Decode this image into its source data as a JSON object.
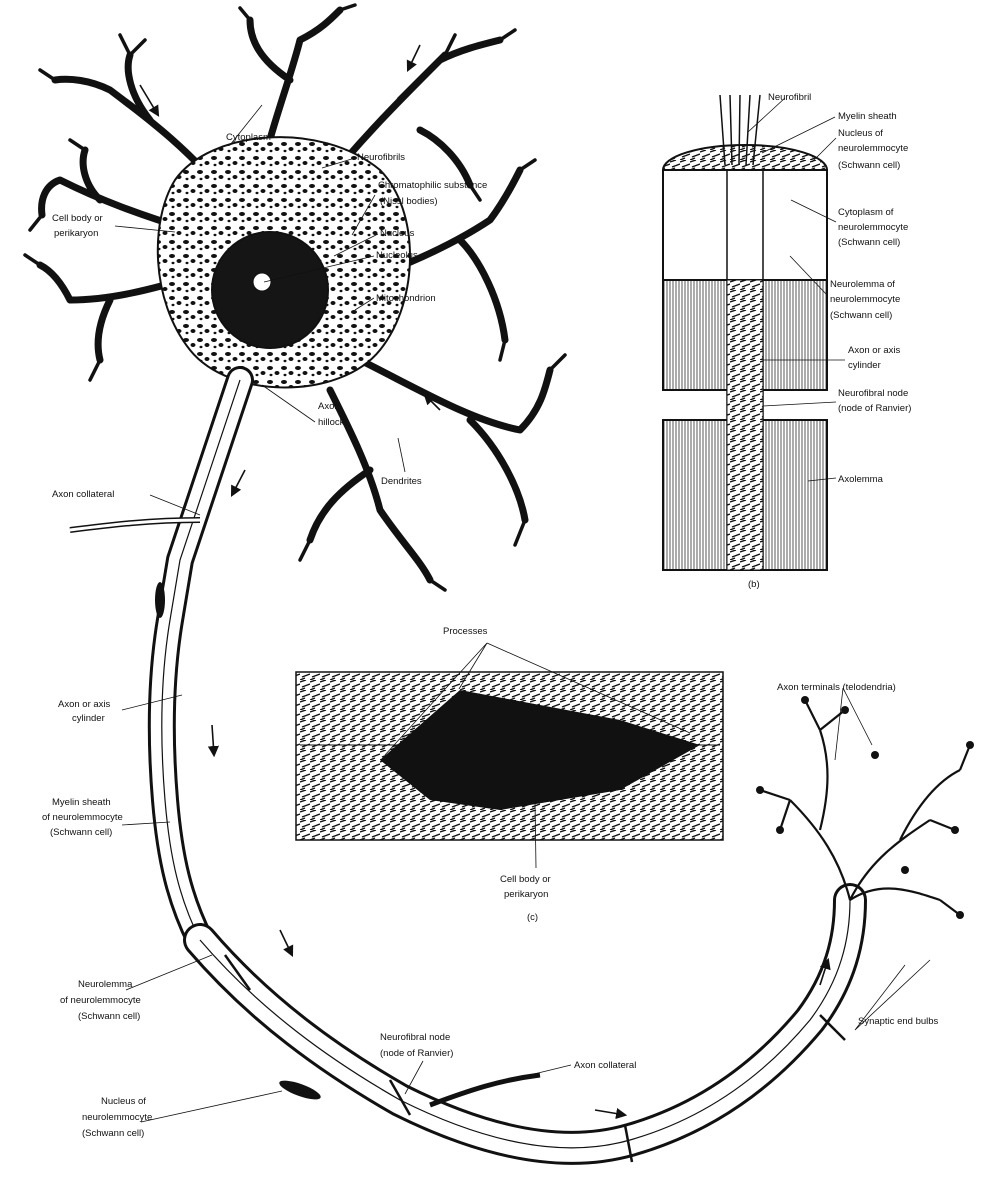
{
  "labels": {
    "a_cytoplasm": "Cytoplasm",
    "a_neurofibrils": "Neurofibrils",
    "a_chromatophilic_1": "Chromatophilic substance",
    "a_chromatophilic_2": "(Nissl bodies)",
    "a_cell_body_1": "Cell body or",
    "a_cell_body_2": "perikaryon",
    "a_nucleus": "Nucleus",
    "a_nucleolus": "Nucleolus",
    "a_mitochondrion": "Mitochondrion",
    "a_axon_hillock_1": "Axon",
    "a_axon_hillock_2": "hillock",
    "a_dendrites": "Dendrites",
    "a_axon_collateral": "Axon collateral",
    "a_axon_cyl_1": "Axon or axis",
    "a_axon_cyl_2": "cylinder",
    "a_myelin_1": "Myelin sheath",
    "a_myelin_2": "of neurolemmocyte",
    "a_myelin_3": "(Schwann cell)",
    "a_neurolemma_1": "Neurolemma",
    "a_neurolemma_2": "of neurolemmocyte",
    "a_neurolemma_3": "(Schwann cell)",
    "a_nucleus_nl_1": "Nucleus of",
    "a_nucleus_nl_2": "neurolemmocyte",
    "a_nucleus_nl_3": "(Schwann cell)",
    "a_node_1": "Neurofibral node",
    "a_node_2": "(node of Ranvier)",
    "a_axon_collateral_2": "Axon collateral",
    "a_axon_terminals": "Axon terminals (telodendria)",
    "a_synaptic_end_bulbs": "Synaptic end bulbs",
    "b_neurofibril": "Neurofibril",
    "b_myelin_sheath": "Myelin sheath",
    "b_nucleus_1": "Nucleus of",
    "b_nucleus_2": "neurolemmocyte",
    "b_nucleus_3": "(Schwann cell)",
    "b_cytoplasm_1": "Cytoplasm of",
    "b_cytoplasm_2": "neurolemmocyte",
    "b_cytoplasm_3": "(Schwann cell)",
    "b_neurolemma_1": "Neurolemma of",
    "b_neurolemma_2": "neurolemmocyte",
    "b_neurolemma_3": "(Schwann cell)",
    "b_axon_1": "Axon or axis",
    "b_axon_2": "cylinder",
    "b_node_1": "Neurofibral node",
    "b_node_2": "(node of Ranvier)",
    "b_axolemma": "Axolemma",
    "b_panel": "(b)",
    "c_processes": "Processes",
    "c_cell_body_1": "Cell body or",
    "c_cell_body_2": "perikaryon",
    "c_panel": "(c)"
  }
}
